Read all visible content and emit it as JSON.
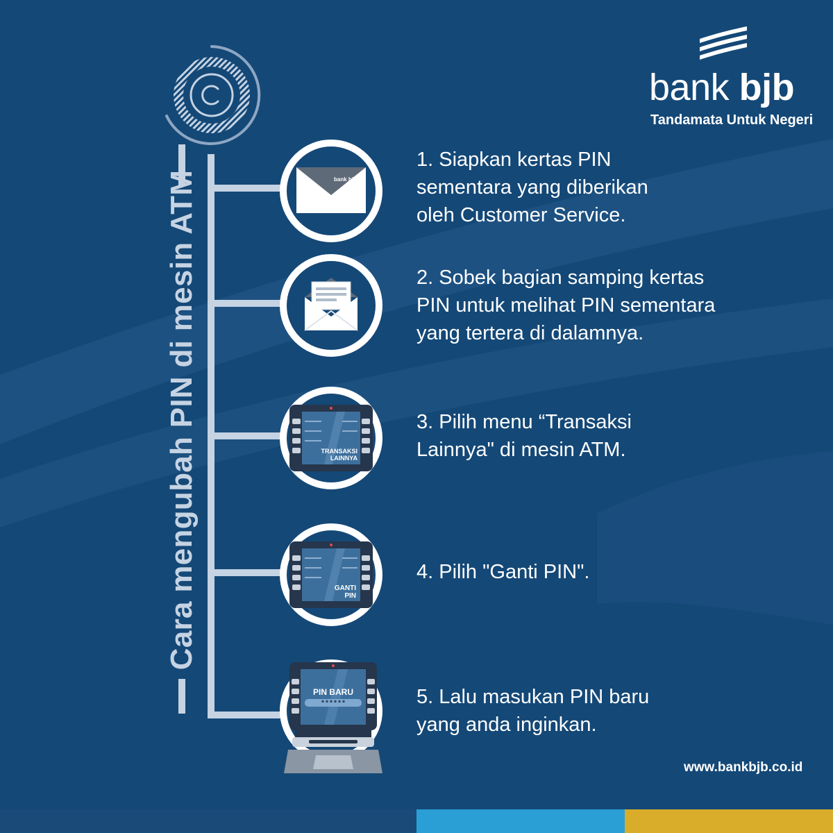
{
  "title": "Cara mengubah PIN di mesin ATM",
  "brand": {
    "name_light": "bank ",
    "name_bold": "bjb",
    "tagline": "Tandamata Untuk Negeri",
    "website": "www.bankbjb.co.id"
  },
  "steps": [
    {
      "lines": [
        "1. Siapkan kertas PIN",
        "sementara yang diberikan",
        "oleh Customer Service."
      ],
      "icon": "envelope-closed-icon"
    },
    {
      "lines": [
        "2. Sobek bagian samping kertas",
        "PIN untuk melihat PIN sementara",
        "yang tertera di dalamnya."
      ],
      "icon": "envelope-open-icon"
    },
    {
      "lines": [
        "3. Pilih menu “Transaksi",
        "Lainnya\" di mesin ATM."
      ],
      "icon": "atm-screen-icon",
      "screen_label": [
        "TRANSAKSI",
        "LAINNYA"
      ]
    },
    {
      "lines": [
        "4. Pilih \"Ganti PIN\"."
      ],
      "icon": "atm-screen-icon",
      "screen_label": [
        "GANTI",
        "PIN"
      ]
    },
    {
      "lines": [
        "5. Lalu masukan PIN baru",
        "yang anda inginkan."
      ],
      "icon": "atm-machine-icon",
      "screen_label": [
        "PIN BARU",
        "******"
      ]
    }
  ],
  "envelope_brand": "bank bjb",
  "colors": {
    "background": "#144877",
    "accent_light": "#c5d3e3",
    "bar_dark": "#1a4a78",
    "bar_blue": "#2a9fd6",
    "bar_gold": "#d9ac2a"
  }
}
